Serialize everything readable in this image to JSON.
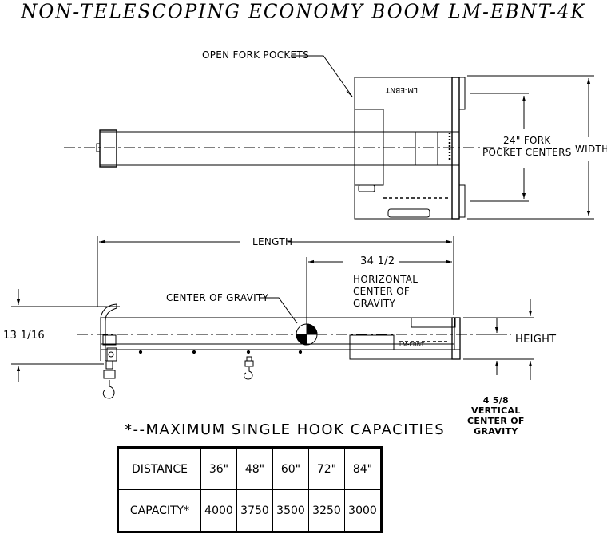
{
  "title": "NON-TELESCOPING ECONOMY BOOM  LM-EBNT-4K",
  "labels": {
    "open_fork_pockets": "OPEN FORK POCKETS",
    "fork_pocket_centers": "24\" FORK\nPOCKET CENTERS",
    "width": "WIDTH",
    "length": "LENGTH",
    "horizontal_cog": "34 1/2",
    "horizontal_cog_text": "HORIZONTAL\nCENTER OF\nGRAVITY",
    "center_of_gravity": "CENTER OF GRAVITY",
    "left_height_dim": "13 1/16",
    "height": "HEIGHT",
    "vertical_cog": "4 5/8\nVERTICAL\nCENTER OF\nGRAVITY",
    "top_view_plate": "LM-EBNT",
    "side_view_plate": "LM-EBNT"
  },
  "capacities": {
    "title": "*--MAXIMUM SINGLE HOOK CAPACITIES",
    "row1_header": "DISTANCE",
    "row2_header": "CAPACITY*",
    "distances": [
      "36\"",
      "48\"",
      "60\"",
      "72\"",
      "84\""
    ],
    "values": [
      "4000",
      "3750",
      "3500",
      "3250",
      "3000"
    ]
  }
}
